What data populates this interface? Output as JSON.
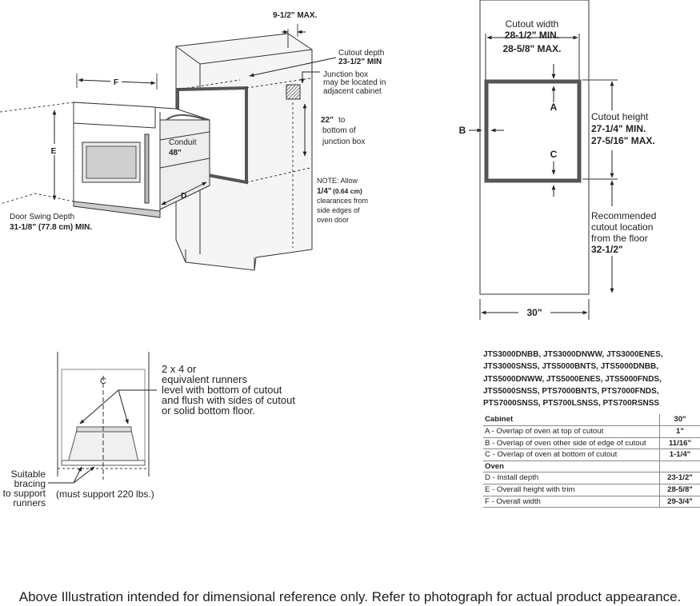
{
  "oven_diagram": {
    "max_gap": "9-1/2\" MAX.",
    "cutout_depth_label": "Cutout depth",
    "cutout_depth_value": "23-1/2\" MIN",
    "junction_box_line1": "Junction box",
    "junction_box_line2": "may be located in",
    "junction_box_line3": "adjacent cabinet",
    "junction_height_value": "22\"",
    "junction_height_line1": "to",
    "junction_height_line2": "bottom of",
    "junction_height_line3": "junction box",
    "conduit_label": "Conduit",
    "conduit_value": "48\"",
    "note_line1": "NOTE: Allow",
    "note_value": "1/4\"",
    "note_metric": "(0.64 cm)",
    "note_line3": "clearances from",
    "note_line4": "side edges of",
    "note_line5": "oven door",
    "door_swing_label": "Door Swing Depth",
    "door_swing_value": "31-1/8\" (77.8 cm) MIN.",
    "dim_f": "F",
    "dim_e": "E",
    "dim_d": "D"
  },
  "cutout_diagram": {
    "width_label": "Cutout width",
    "width_min": "28-1/2\" MIN.",
    "width_max": "28-5/8\" MAX.",
    "height_label": "Cutout height",
    "height_min": "27-1/4\" MIN.",
    "height_max": "27-5/16\" MAX.",
    "floor_line1": "Recommended",
    "floor_line2": "cutout location",
    "floor_line3": "from the floor",
    "floor_value": "32-1/2\"",
    "cabinet_width": "30\"",
    "letter_a": "A",
    "letter_b": "B",
    "letter_c": "C"
  },
  "runner_diagram": {
    "runner_line1": "2 x 4 or",
    "runner_line2": "equivalent runners",
    "runner_line3": "level with bottom of cutout",
    "runner_line4": "and flush with sides of cutout",
    "runner_line5": "or solid bottom floor.",
    "bracing_line1": "Suitable",
    "bracing_line2": "bracing",
    "bracing_line3": "to support",
    "bracing_line4": "runners",
    "support_note": "(must support 220 lbs.)",
    "centerline_symbol": "C"
  },
  "models": [
    "JTS3000DNBB, JTS3000DNWW, JTS3000ENES,",
    "JTS3000SNSS, JTS5000BNTS, JTS5000DNBB,",
    "JTS5000DNWW, JTS5000ENES, JTS5000FNDS,",
    "JTS5000SNSS, PTS7000BNTS, PTS7000FNDS,",
    "PTS7000SNSS, PTS700LSNSS, PTS700RSNSS"
  ],
  "spec_table": [
    {
      "label": "Cabinet",
      "value": "30\"",
      "header": true
    },
    {
      "label": "A - Overlap of oven at top of cutout",
      "value": "1\""
    },
    {
      "label": "B - Overlap of oven other side of edge of cutout",
      "value": "11/16\""
    },
    {
      "label": "C - Overlap of oven at bottom of cutout",
      "value": "1-1/4\""
    },
    {
      "label": "Oven",
      "value": "",
      "header": true
    },
    {
      "label": "D - Install depth",
      "value": "23-1/2\""
    },
    {
      "label": "E - Overall height with trim",
      "value": "28-5/8\""
    },
    {
      "label": "F - Overall width",
      "value": "29-3/4\""
    }
  ],
  "footer": "Above Illustration intended for dimensional reference only. Refer to photograph for actual product appearance."
}
